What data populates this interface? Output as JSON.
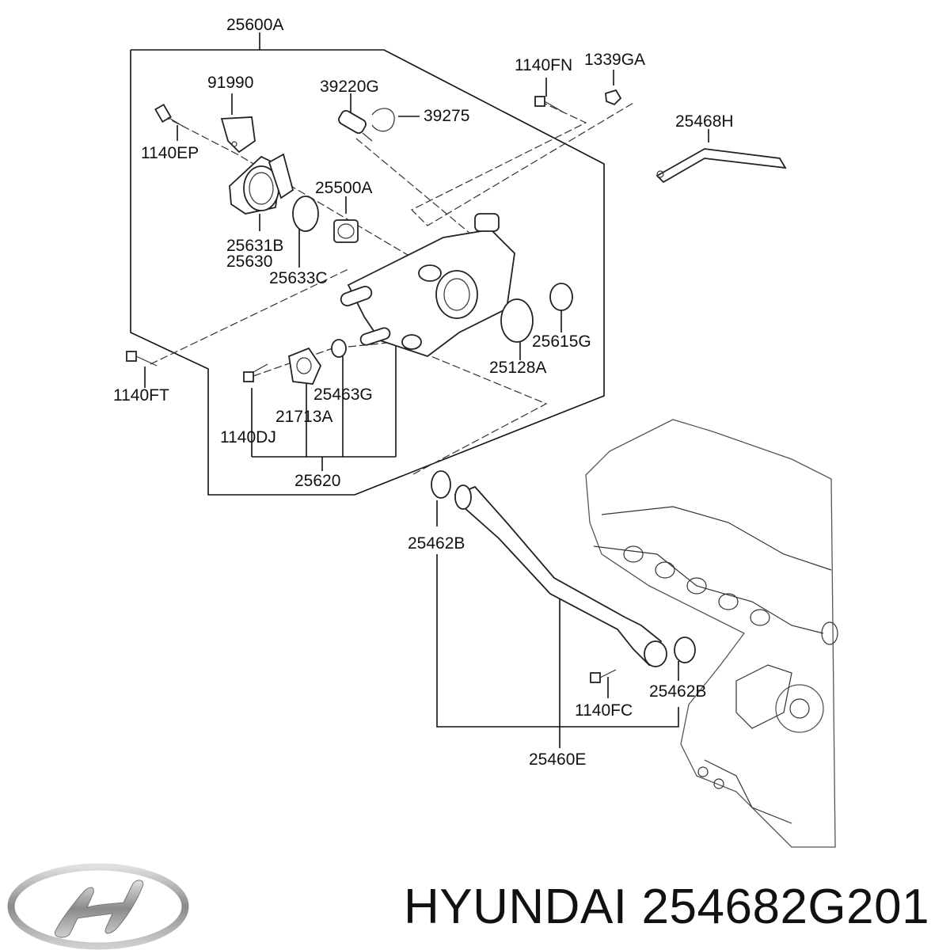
{
  "diagram": {
    "part_labels": [
      "25600A",
      "91990",
      "39220G",
      "39275",
      "1140FN",
      "1339GA",
      "1140EP",
      "25468H",
      "25500A",
      "25631B",
      "25630",
      "25633C",
      "25615G",
      "25128A",
      "1140FT",
      "25463G",
      "21713A",
      "1140DJ",
      "25620",
      "25462B",
      "25462B",
      "1140FC",
      "25460E"
    ]
  },
  "footer": {
    "brand": "HYUNDAI",
    "part_number": "254682G201"
  },
  "logo": {
    "name": "hyundai-logo",
    "color": "#9a9a9a"
  }
}
